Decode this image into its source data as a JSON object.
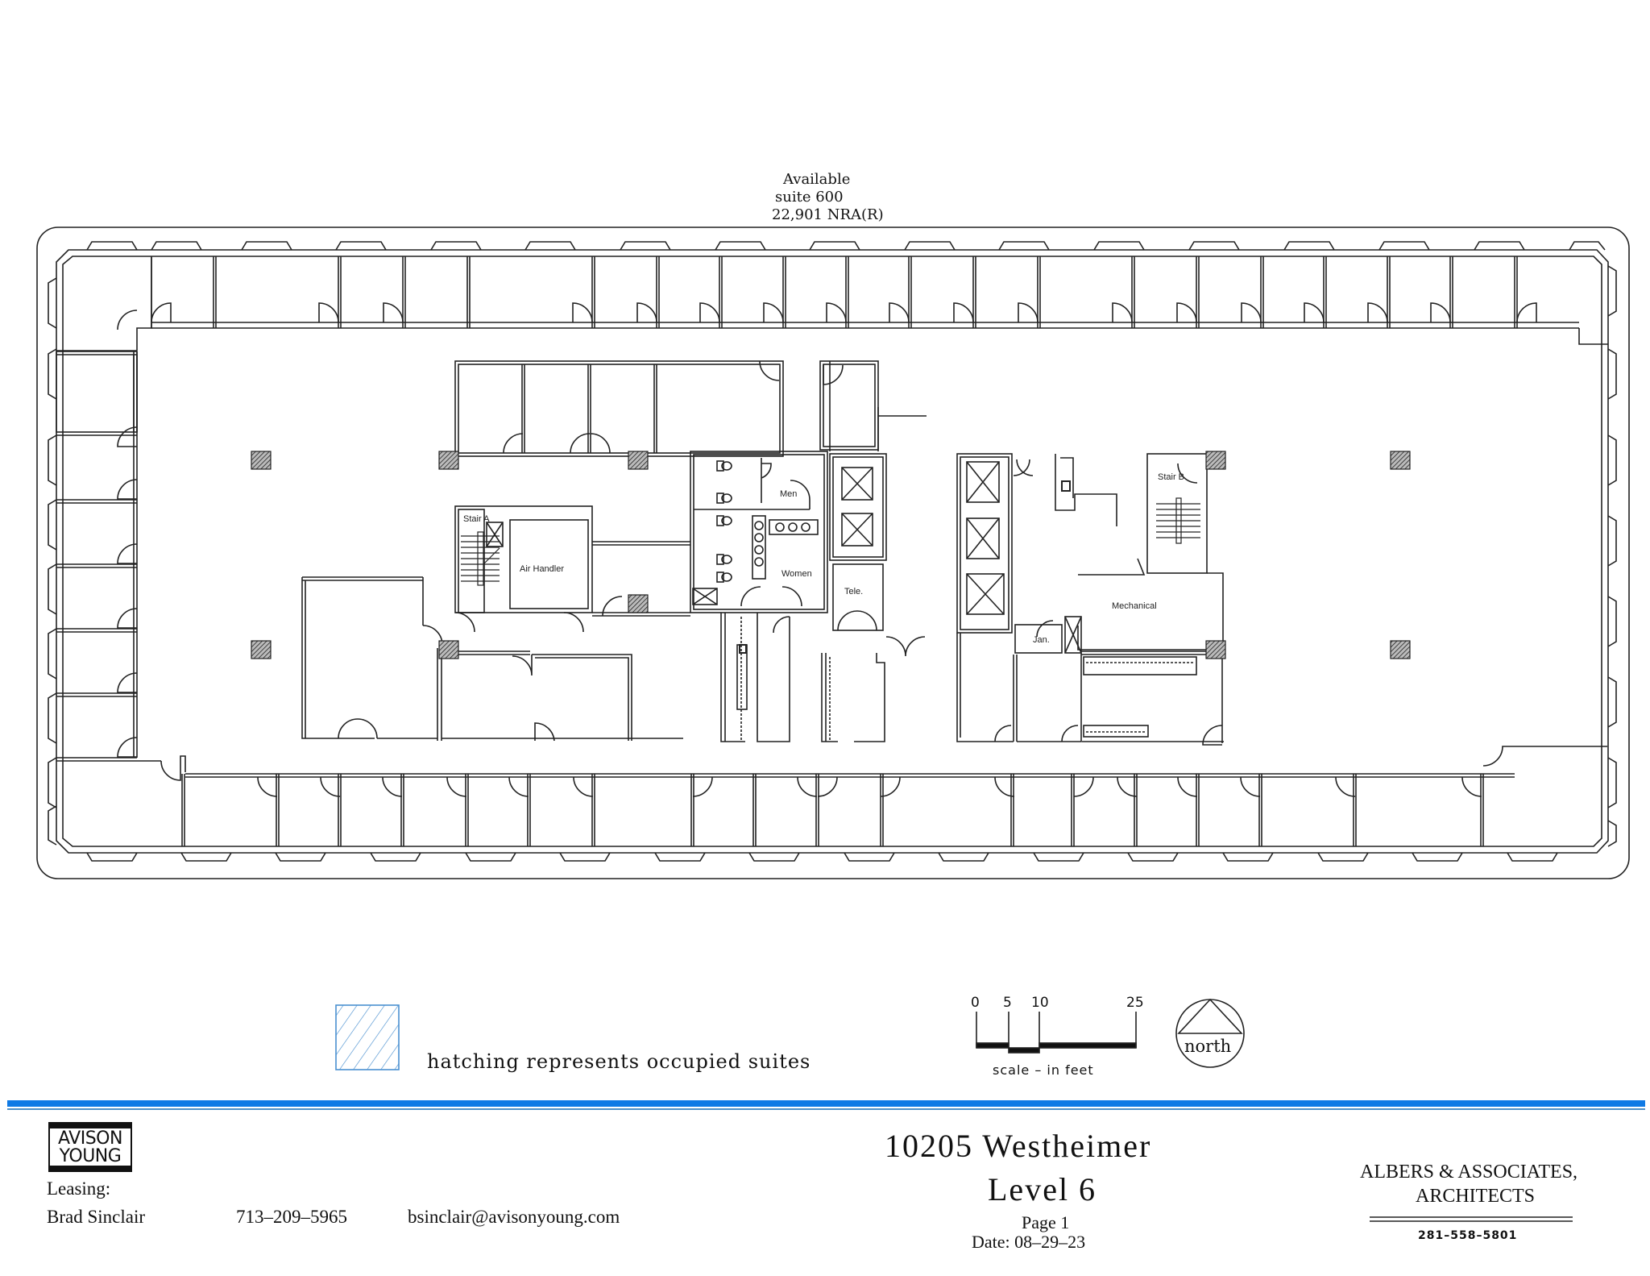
{
  "suite_callout": {
    "line1": "Available",
    "line2": "suite  600",
    "line3": "22,901  NRA(R)"
  },
  "rooms": {
    "stair_a": "Stair A",
    "air_handler": "Air Handler",
    "men": "Men",
    "women": "Women",
    "tele": "Tele.",
    "stair_b": "Stair B",
    "mechanical": "Mechanical",
    "janitor": "Jan."
  },
  "legend": {
    "hatch_text": "hatching represents occupied suites",
    "hatch_color": "#4a90d0"
  },
  "scale": {
    "ticks": [
      "0",
      "5",
      "10",
      "25"
    ],
    "caption": "scale  –  in  feet"
  },
  "north_arrow": {
    "label": "north"
  },
  "footer": {
    "accent_color": "#0f7ae5",
    "logo_line1": "AVISON",
    "logo_line2": "YOUNG",
    "leasing_label": "Leasing:",
    "agent_name": "Brad  Sinclair",
    "agent_phone": "713–209–5965",
    "agent_email": "bsinclair@avisonyoung.com",
    "building": "10205  Westheimer",
    "level": "Level  6",
    "page": "Page  1",
    "date": "Date:  08–29–23",
    "architect_line1": "ALBERS  &  ASSOCIATES,",
    "architect_line2": "ARCHITECTS",
    "architect_phone": "281–558–5801"
  }
}
